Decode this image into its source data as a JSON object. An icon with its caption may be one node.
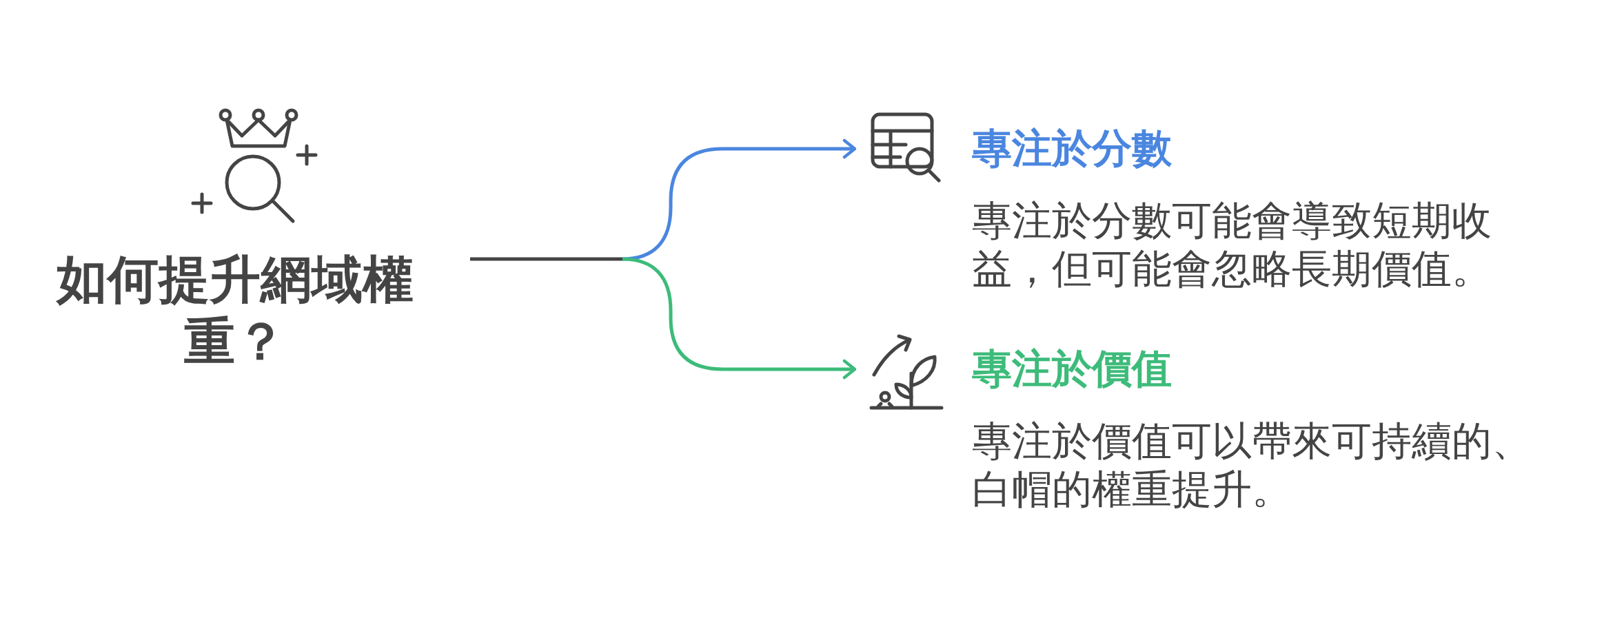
{
  "diagram": {
    "nodes": [
      {
        "text": [
          "如何提升網域權重？"
        ]
      },
      {
        "text": [
          "專注於分數",
          "專注於分數可能會導致短期收益，但可能會忽略長期價值。"
        ]
      },
      {
        "text": [
          "專注於價值",
          "專注於價值可以帶來可持續的、白帽的權重提升。"
        ]
      }
    ],
    "edges": [
      {
        "from": 0,
        "to": 1,
        "arrow": "to",
        "color": "#4a86df"
      },
      {
        "from": 0,
        "to": 2,
        "arrow": "to",
        "color": "#3dbb7a"
      }
    ]
  }
}
